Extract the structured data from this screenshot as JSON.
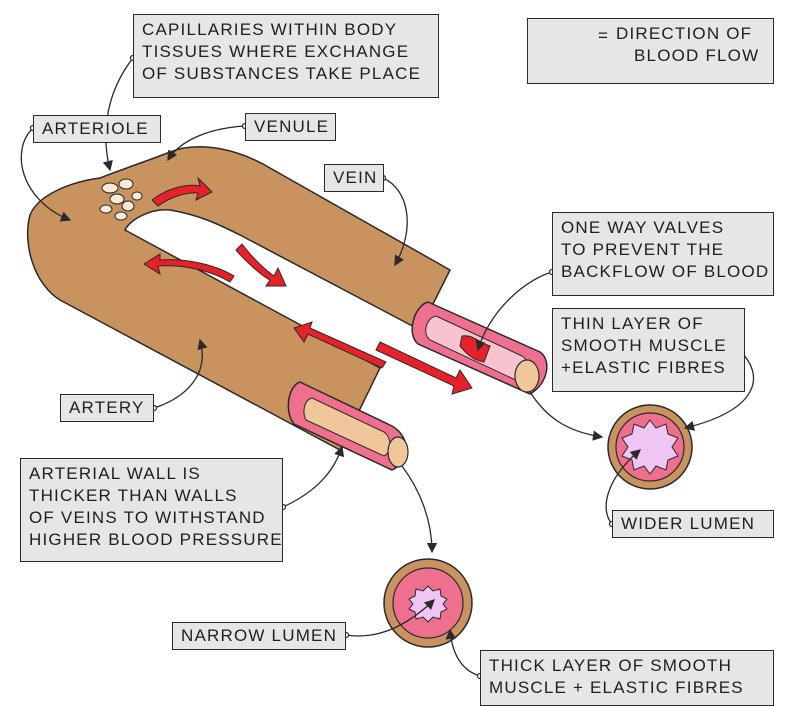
{
  "labels": {
    "capillaries": [
      "CAPILLARIES WITHIN BODY",
      "TISSUES WHERE EXCHANGE",
      "OF SUBSTANCES TAKE PLACE"
    ],
    "arteriole": "ARTERIOLE",
    "venule": "VENULE",
    "vein": "VEIN",
    "valves": [
      "ONE WAY VALVES",
      "TO PREVENT THE",
      "BACKFLOW OF BLOOD"
    ],
    "thin_layer": [
      "THIN LAYER OF",
      "SMOOTH MUSCLE",
      "+ELASTIC FIBRES"
    ],
    "artery": "ARTERY",
    "arterial_wall": [
      "ARTERIAL WALL IS",
      "THICKER THAN WALLS",
      "OF VEINS TO WITHSTAND",
      "HIGHER BLOOD PRESSURE"
    ],
    "wider_lumen": "WIDER LUMEN",
    "narrow_lumen": "NARROW LUMEN",
    "thick_layer": [
      "THICK LAYER OF SMOOTH",
      "MUSCLE + ELASTIC FIBRES"
    ]
  },
  "legend": {
    "equals": "=",
    "text": [
      "DIRECTION OF",
      "BLOOD FLOW"
    ]
  },
  "colors": {
    "vessel": "#c8935f",
    "vessel_outline": "#2a2a2a",
    "wall_pink": "#ef6f8e",
    "wall_light": "#f9c2cf",
    "lumen": "#f0c79b",
    "lumen_purple": "#efc5f4",
    "arrow_red": "#e8202a",
    "box_fill": "#e6e6e6"
  }
}
